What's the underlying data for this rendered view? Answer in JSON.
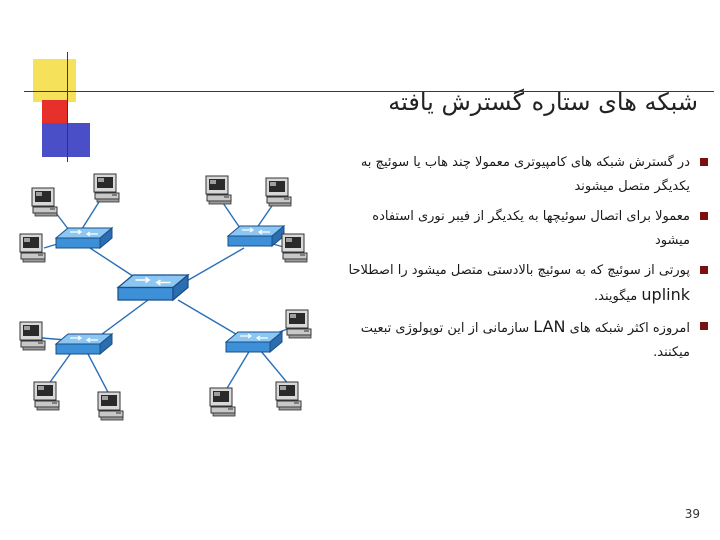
{
  "slide": {
    "title": "شبکه های ستاره گسترش یافته",
    "bullets": [
      {
        "text": "در گسترش شبکه های کامپیوتری معمولا چند هاب یا سوئیچ به یکدیگر متصل میشوند"
      },
      {
        "text": "معمولا برای اتصال سوئیچها به یکدیگر از فیبر نوری استفاده میشود"
      },
      {
        "text_before": "پورتی از سوئیچ که به سوئیچ بالادستی متصل میشود را اصطلاحا",
        "latin": "uplink",
        "text_after": "میگویند."
      },
      {
        "text_before": "امروزه اکثر شبکه های",
        "latin": "LAN",
        "text_after": "سازمانی از این توپولوژی تبعیت میکنند."
      }
    ],
    "page_number": "39"
  },
  "colors": {
    "accent_yellow": "#f5e25a",
    "accent_red": "#e8302a",
    "accent_blue": "#4a4fc8",
    "bullet_marker": "#7a1010",
    "switch_blue": "#3d8fd8"
  },
  "diagram": {
    "icons": {
      "computer": "computer-icon",
      "switch": "network-switch-icon"
    }
  }
}
